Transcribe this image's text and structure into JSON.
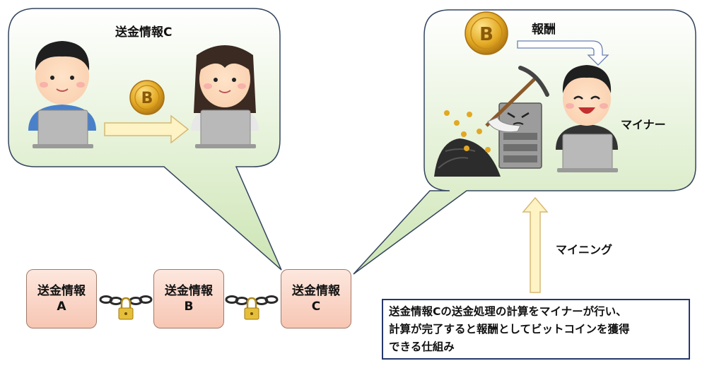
{
  "bubble_left": {
    "title": "送金情報C"
  },
  "bubble_right": {
    "reward_label": "報酬",
    "miner_label": "マイナー"
  },
  "mining_label": "マイニング",
  "blocks": [
    {
      "line1": "送金情報",
      "line2": "A"
    },
    {
      "line1": "送金情報",
      "line2": "B"
    },
    {
      "line1": "送金情報",
      "line2": "C"
    }
  ],
  "explanation": [
    "送金情報Cの送金処理の計算をマイナーが行い、",
    "計算が完了すると報酬としてビットコインを獲得",
    "できる仕組み"
  ],
  "icons": {
    "coin": "bitcoin-icon",
    "lock": "padlock-icon",
    "chain": "chain-icon",
    "pickaxe": "pickaxe-icon",
    "server": "server-icon"
  },
  "colors": {
    "bubble_fill_top": "#ffffff",
    "bubble_fill_bottom": "#cde5b4",
    "bubble_stroke": "#33455e",
    "arrow_fill": "#fdf3c4",
    "arrow_stroke": "#d6b973",
    "block_fill": "#f7c6b3",
    "coin_gold": "#e2a823"
  }
}
